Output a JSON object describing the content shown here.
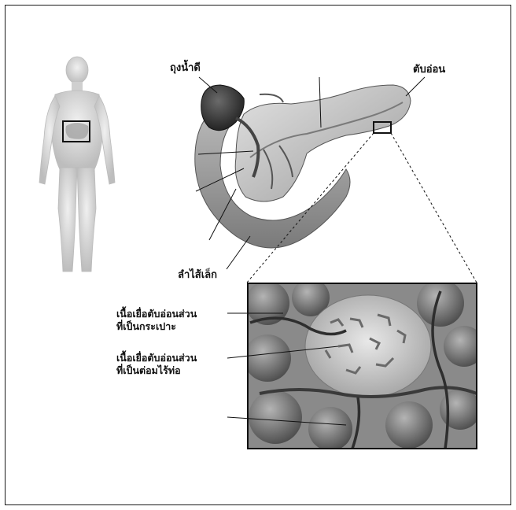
{
  "labels": {
    "gallbladder": "ถุงน้ำดี",
    "pancreas": "ตับอ่อน",
    "small_intestine": "ลำไส้เล็ก",
    "exocrine_line1": "เนื้อเยื่อตับอ่อนส่วน",
    "exocrine_line2": "ที่เป็นกระเปาะ",
    "endocrine_line1": "เนื้อเยื่อตับอ่อนส่วน",
    "endocrine_line2": "ที่เป็นต่อมไร้ท่อ"
  },
  "colors": {
    "line": "#111111",
    "organ_dark": "#2e2e2e",
    "organ_mid": "#9a9a9a",
    "organ_light": "#d8d8d8",
    "body_silhouette": "#cfcfcf"
  }
}
